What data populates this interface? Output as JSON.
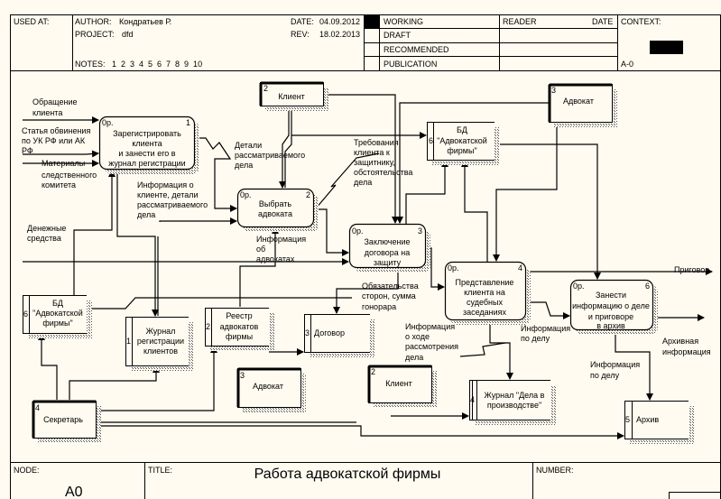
{
  "header": {
    "used_at": "USED AT:",
    "author_label": "AUTHOR:",
    "author": "Кондратьев Р.",
    "project_label": "PROJECT:",
    "project": "dfd",
    "notes_label": "NOTES:",
    "notes": "1  2  3  4  5  6  7  8  9  10",
    "date_label": "DATE:",
    "date": "04.09.2012",
    "rev_label": "REV:",
    "rev": "18.02.2013",
    "status": [
      "WORKING",
      "DRAFT",
      "RECOMMENDED",
      "PUBLICATION"
    ],
    "status_selected": "WORKING",
    "reader": "READER",
    "reader_date": "DATE",
    "context": "CONTEXT:",
    "context_node": "A-0"
  },
  "footer": {
    "node_label": "NODE:",
    "node": "A0",
    "title_label": "TITLE:",
    "title": "Работа адвокатской фирмы",
    "number_label": "NUMBER:"
  },
  "processes": [
    {
      "id": "1",
      "cost": "0р.",
      "lines": [
        "Зарегистрировать",
        "клиента",
        "и занести его в",
        "журнал регистрации"
      ]
    },
    {
      "id": "2",
      "cost": "0р.",
      "lines": [
        "Выбрать",
        "адвоката"
      ]
    },
    {
      "id": "3",
      "cost": "0р.",
      "lines": [
        "Заключение",
        "договора на",
        "защиту"
      ]
    },
    {
      "id": "4",
      "cost": "0р.",
      "lines": [
        "Представление",
        "клиента на",
        "судебных",
        "заседаниях"
      ]
    },
    {
      "id": "6",
      "cost": "0р.",
      "lines": [
        "Занести",
        "информацию о деле",
        "и приговоре",
        "в архив"
      ]
    }
  ],
  "externals": [
    {
      "id": "2",
      "name": "Клиент"
    },
    {
      "id": "3",
      "name": "Адвокат"
    },
    {
      "id": "3",
      "name": "Адвокат"
    },
    {
      "id": "2",
      "name": "Клиент"
    },
    {
      "id": "4",
      "name": "Секретарь"
    }
  ],
  "stores": [
    {
      "id": "6",
      "lines": [
        "БД",
        "\"Адвокатской",
        "фирмы\""
      ]
    },
    {
      "id": "6",
      "lines": [
        "БД",
        "\"Адвокатской",
        "фирмы\""
      ]
    },
    {
      "id": "1",
      "lines": [
        "Журнал",
        "регистрации",
        "клиентов"
      ]
    },
    {
      "id": "2",
      "lines": [
        "Реестр",
        "адвокатов",
        "фирмы"
      ]
    },
    {
      "id": "3",
      "lines": [
        "Договор"
      ]
    },
    {
      "id": "4",
      "lines": [
        "Журнал \"Дела в",
        "производстве\""
      ]
    },
    {
      "id": "5",
      "lines": [
        "Архив"
      ]
    }
  ],
  "flows": [
    [
      "Обращение",
      "клиента"
    ],
    [
      "Статья обвинения",
      "по УК РФ или АК",
      "РФ"
    ],
    [
      "Материалы",
      "следственного",
      "комитета"
    ],
    [
      "Детали",
      "рассматриваемого",
      "дела"
    ],
    [
      "Информация о",
      "клиенте, детали",
      "рассматриваемого",
      "дела"
    ],
    [
      "Требования",
      "клиента к",
      "защитнику,",
      "обстоятельства",
      "дела"
    ],
    [
      "Денежные",
      "средства"
    ],
    [
      "Информация",
      "об",
      "адвокатах"
    ],
    [
      "Обязательства",
      "сторон, сумма",
      "гонорара"
    ],
    [
      "Информация",
      "о ходе",
      "рассмотрения",
      "дела"
    ],
    [
      "Информация",
      "по делу"
    ],
    [
      "Информация",
      "по делу"
    ],
    [
      "Приговор"
    ],
    [
      "Архивная",
      "информация"
    ]
  ]
}
